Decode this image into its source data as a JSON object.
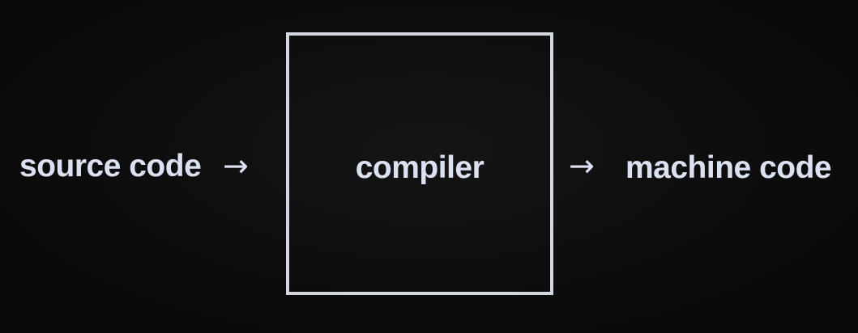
{
  "diagram": {
    "input_label": "source code",
    "process_label": "compiler",
    "output_label": "machine code",
    "arrow_glyph": "→"
  }
}
